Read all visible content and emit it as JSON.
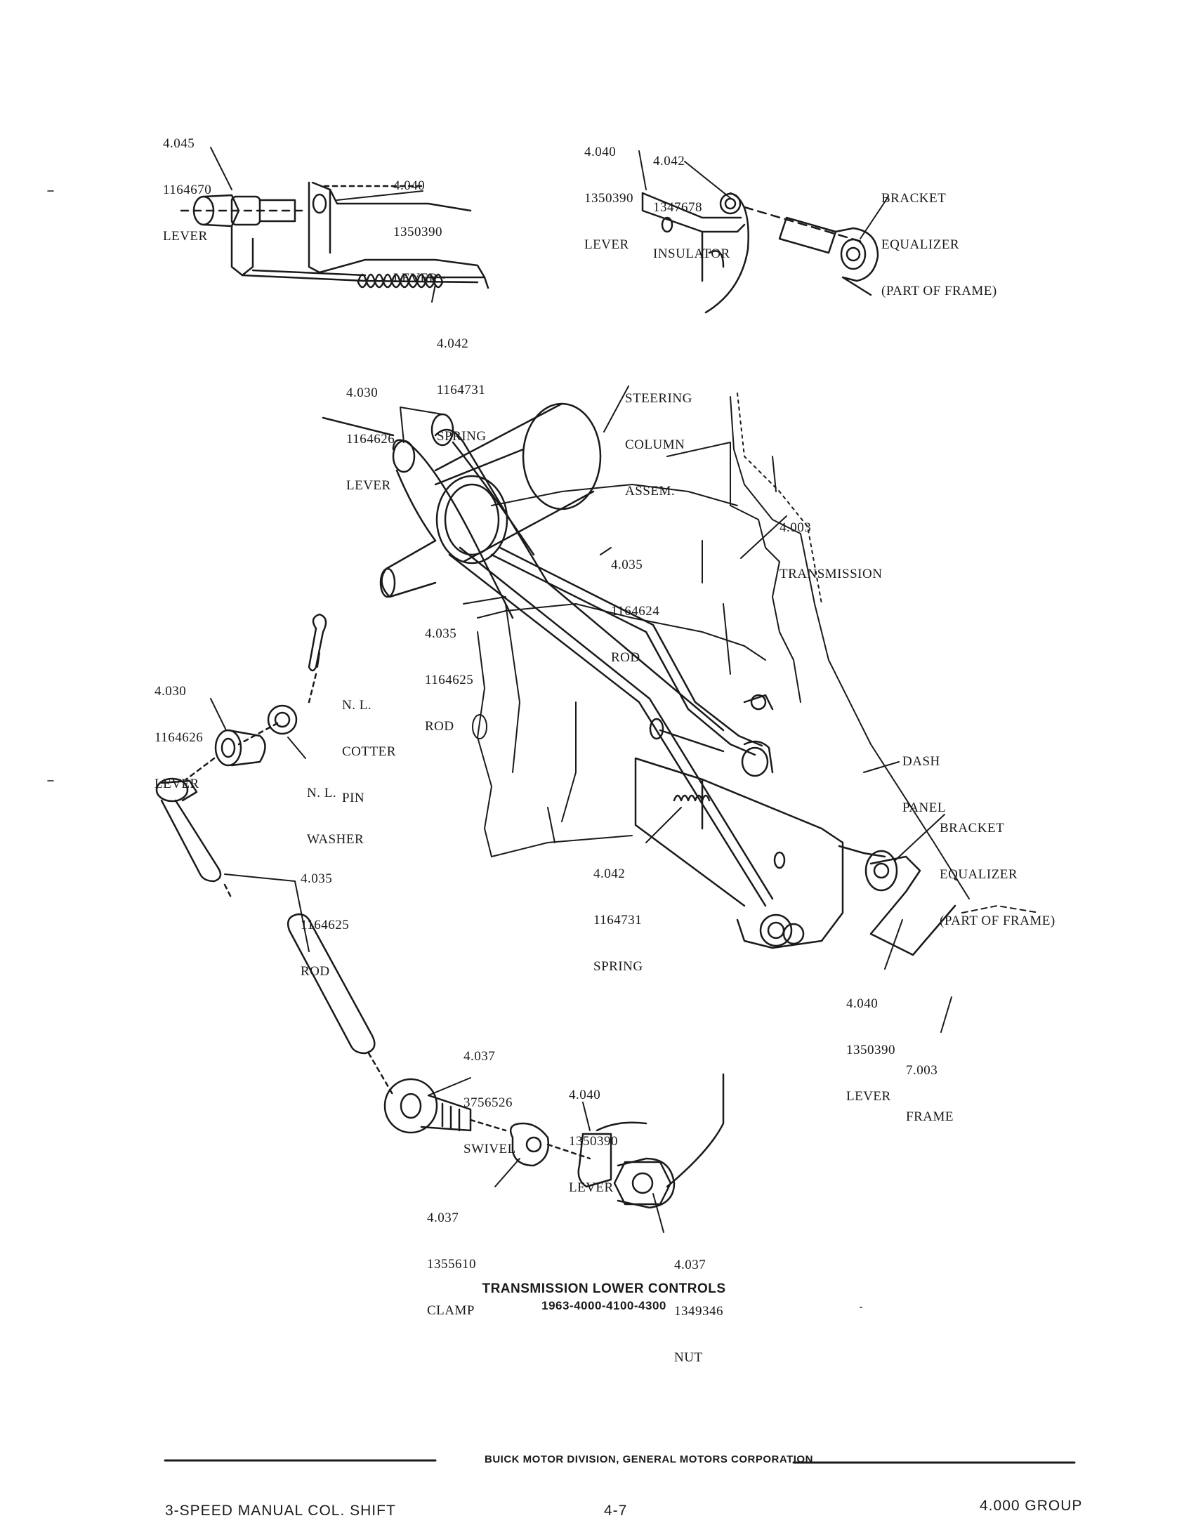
{
  "callouts": {
    "top_left_lever": [
      "4.045",
      "1164670",
      "LEVER"
    ],
    "top_mid_lever": [
      "4.040",
      "1350390",
      "LEVER ·"
    ],
    "top_spring": [
      "4.042",
      "1164731",
      "SPRING"
    ],
    "top_right_lever": [
      "4.040",
      "1350390",
      "LEVER"
    ],
    "top_insulator": [
      "4.042",
      "1347678",
      "INSULATOR"
    ],
    "top_bracket": [
      "BRACKET",
      "EQUALIZER",
      "(PART OF FRAME)"
    ],
    "column_levers": [
      "4.030",
      "1164626",
      "LEVER"
    ],
    "steering_column": [
      "STEERING",
      "COLUMN",
      "ASSEM."
    ],
    "transmission": [
      "4.003",
      "TRANSMISSION"
    ],
    "rod_upper": [
      "4.035",
      "1164624",
      "ROD"
    ],
    "rod_lower": [
      "4.035",
      "1164625",
      "ROD"
    ],
    "detail_lever": [
      "4.030",
      "1164626",
      "LEVER"
    ],
    "cotter_pin": [
      "N. L.",
      "COTTER",
      "PIN"
    ],
    "washer": [
      "N. L.",
      "WASHER"
    ],
    "dash_panel": [
      "DASH",
      "PANEL"
    ],
    "mid_bracket": [
      "BRACKET",
      "EQUALIZER",
      "(PART OF FRAME)"
    ],
    "mid_spring": [
      "4.042",
      "1164731",
      "SPRING"
    ],
    "detail_rod": [
      "4.035",
      "1164625",
      "ROD"
    ],
    "mid_lever": [
      "4.040",
      "1350390",
      "LEVER"
    ],
    "frame": [
      "7.003",
      "FRAME"
    ],
    "swivel": [
      "4.037",
      "3756526",
      "SWIVEL"
    ],
    "bottom_lever": [
      "4.040",
      "1350390",
      "LEVER"
    ],
    "clamp": [
      "4.037",
      "1355610",
      "CLAMP"
    ],
    "nut": [
      "4.037",
      "1349346",
      "NUT"
    ]
  },
  "caption": {
    "title": "TRANSMISSION LOWER CONTROLS",
    "subtitle": "1963-4000-4100-4300"
  },
  "footer": {
    "corporation": "BUICK MOTOR DIVISION, GENERAL MOTORS CORPORATION",
    "section": "3-SPEED MANUAL COL. SHIFT",
    "page": "4-7",
    "group": "4.000 GROUP"
  }
}
